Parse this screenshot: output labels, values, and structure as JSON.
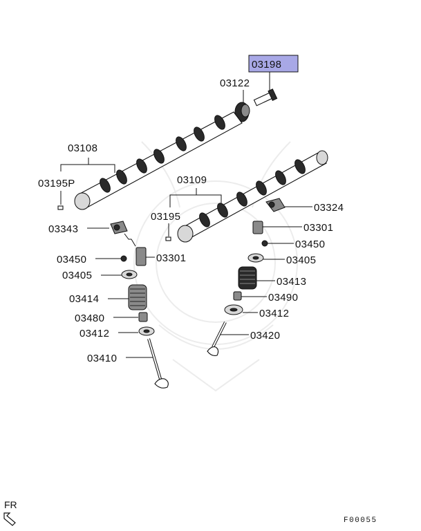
{
  "highlight_color": "#a8a8e6",
  "labels": {
    "p03198": "03198",
    "p03122": "03122",
    "p03108": "03108",
    "p03195P": "03195P",
    "p03109": "03109",
    "p03195": "03195",
    "p03324": "03324",
    "p03343": "03343",
    "p03301_right": "03301",
    "p03450_right": "03450",
    "p03450_left": "03450",
    "p03301_left": "03301",
    "p03405_right": "03405",
    "p03405_left": "03405",
    "p03413": "03413",
    "p03414": "03414",
    "p03490": "03490",
    "p03412_right": "03412",
    "p03480": "03480",
    "p03412_left": "03412",
    "p03420": "03420",
    "p03410": "03410"
  },
  "footer": {
    "direction_label": "FR",
    "figure_code": "F00055"
  }
}
